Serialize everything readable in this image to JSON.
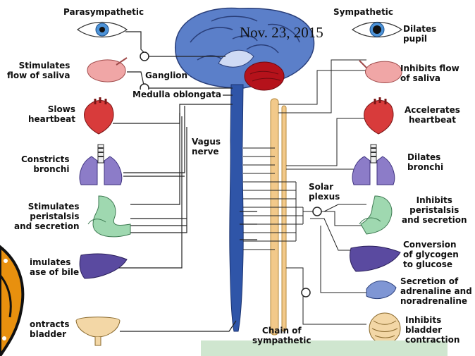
{
  "header": {
    "parasympathetic": "Parasympathetic",
    "sympathetic": "Sympathetic"
  },
  "date": "Nov. 23, 2015",
  "labels": {
    "ganglion": "Ganglion",
    "medulla": "Medulla oblongata",
    "vagus": [
      "Vagus",
      "nerve"
    ],
    "solar": [
      "Solar",
      "plexus"
    ],
    "chain": [
      "Chain of",
      "sympathetic"
    ]
  },
  "left": [
    [
      "Stimulates",
      "flow of saliva"
    ],
    [
      "Slows",
      "heartbeat"
    ],
    [
      "Constricts",
      "bronchi"
    ],
    [
      "Stimulates",
      "peristalsis",
      "and secretion"
    ],
    [
      "imulates",
      "ase of bile"
    ],
    [
      "ontracts",
      "bladder"
    ]
  ],
  "right": [
    [
      "Dilates",
      "pupil"
    ],
    [
      "Inhibits flow",
      "of saliva"
    ],
    [
      "Accelerates",
      "heartbeat"
    ],
    [
      "Dilates",
      "bronchi"
    ],
    [
      "Inhibits",
      "peristalsis",
      "and secretion"
    ],
    [
      "Conversion",
      "of glycogen",
      "to glucose"
    ],
    [
      "Secretion of",
      "adrenaline and",
      "noradrenaline"
    ],
    [
      "Inhibits",
      "bladder",
      "contraction"
    ]
  ],
  "colors": {
    "background": "#ffffcc",
    "brain": "#5b7fc9",
    "cerebellum": "#b5121b",
    "spinal_cord": "#2f55a8",
    "sympathetic_chain": "#f2c98a",
    "heart": "#d83b3b",
    "lungs": "#8c7cc8",
    "stomach": "#9fd8b0",
    "liver": "#5a4aa0",
    "bladder": "#f3d7a6"
  }
}
